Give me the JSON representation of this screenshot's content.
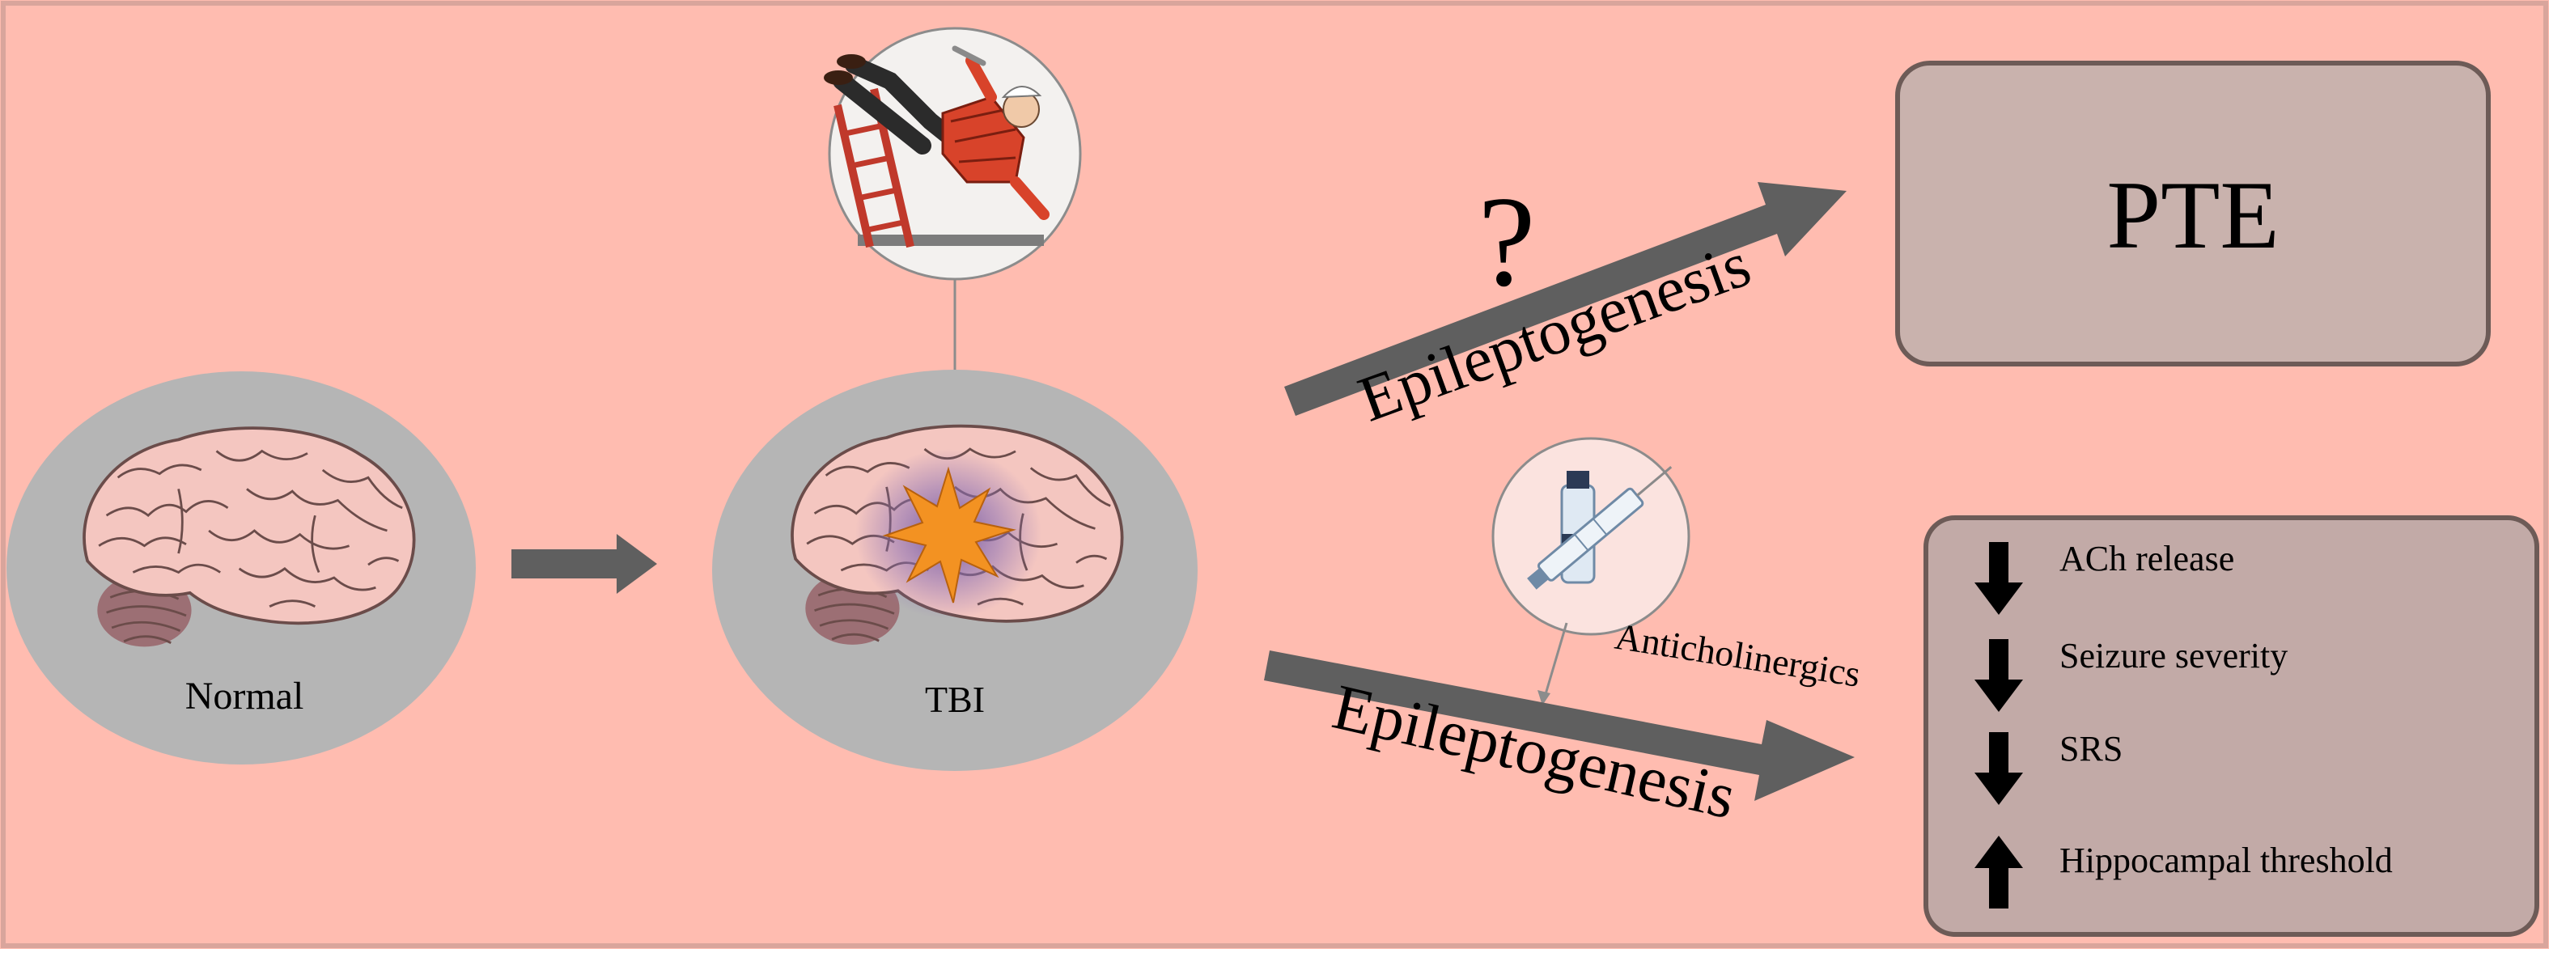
{
  "colors": {
    "background": "#ffbcb0",
    "border": "#d9a59c",
    "gray_circle": "#b5b5b5",
    "arrow": "#5f5f5f",
    "pte_box": "#c9b2ad",
    "outcome_box": "#c2aaa7",
    "box_stroke": "#6d5b57",
    "brain_fill": "#f4c6c0",
    "brain_stroke": "#6b4c4a",
    "cerebellum": "#9c6f74",
    "injury_star": "#f39222",
    "injury_glow": "#8b6fb3"
  },
  "labels": {
    "normal": "Normal",
    "tbi": "TBI",
    "question": "?",
    "epileptogenesis_top": "Epileptogenesis",
    "epileptogenesis_bottom": "Epileptogenesis",
    "pte": "PTE",
    "anticholinergics": "Anticholinergics"
  },
  "outcomes": [
    {
      "direction": "down",
      "text": "ACh release"
    },
    {
      "direction": "down",
      "text": "Seizure severity"
    },
    {
      "direction": "down",
      "text": "SRS"
    },
    {
      "direction": "up",
      "text": "Hippocampal threshold"
    }
  ],
  "icons": {
    "fall_illustration": "worker-falling-from-ladder-icon",
    "drug_illustration": "syringe-vial-icon",
    "brain": "brain-icon"
  }
}
